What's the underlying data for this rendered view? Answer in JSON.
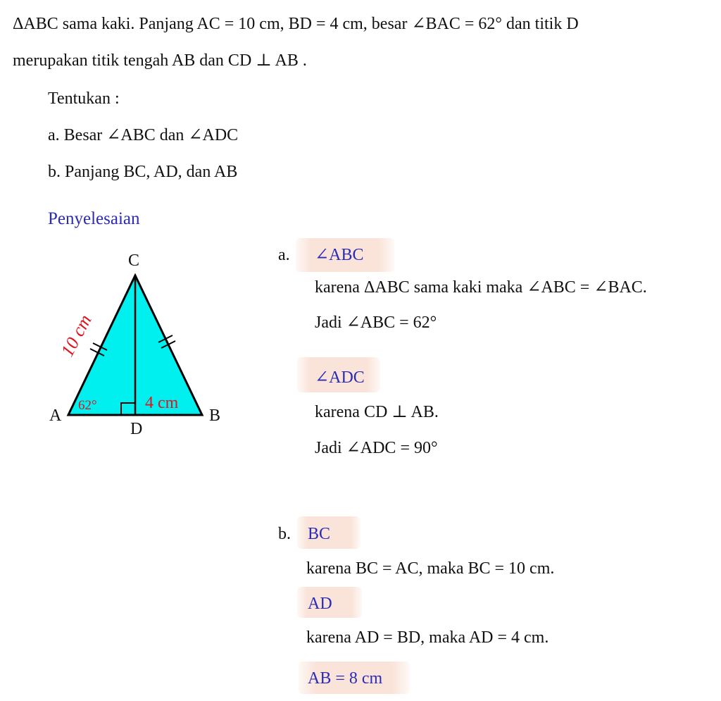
{
  "problem": {
    "line1": "ΔABC sama kaki. Panjang AC = 10 cm, BD = 4 cm, besar ∠BAC = 62° dan titik D",
    "line2": "merupakan titik tengah AB dan CD ⊥ AB .",
    "prompt": "Tentukan :",
    "items": [
      "a.  Besar ∠ABC dan ∠ADC",
      "b.  Panjang BC, AD, dan AB"
    ]
  },
  "solution_heading": "Penyelesaian",
  "figure": {
    "labels": {
      "A": "A",
      "B": "B",
      "C": "C",
      "D": "D",
      "side_ac": "10 cm",
      "angle_a": "62°",
      "side_db": "4 cm"
    },
    "colors": {
      "fill": "#00f0f0",
      "stroke": "#000000",
      "annotation": "#e0141e"
    }
  },
  "part_a": {
    "marker": "a.",
    "abc": {
      "heading": "∠ABC",
      "line1": "karena ΔABC sama kaki maka ∠ABC = ∠BAC.",
      "line2": "Jadi ∠ABC =  62°"
    },
    "adc": {
      "heading": "∠ADC",
      "line1": "karena CD ⊥ AB.",
      "line2": "Jadi ∠ADC =  90°"
    }
  },
  "part_b": {
    "marker": "b.",
    "bc": {
      "heading": "BC",
      "line": "karena BC = AC, maka BC = 10 cm."
    },
    "ad": {
      "heading": "AD",
      "line": "karena AD = BD, maka AD = 4 cm."
    },
    "ab": {
      "heading": "AB = 8 cm"
    }
  },
  "colors": {
    "heading_blue": "#2b2bb5",
    "highlight": "#f9e0d4"
  }
}
